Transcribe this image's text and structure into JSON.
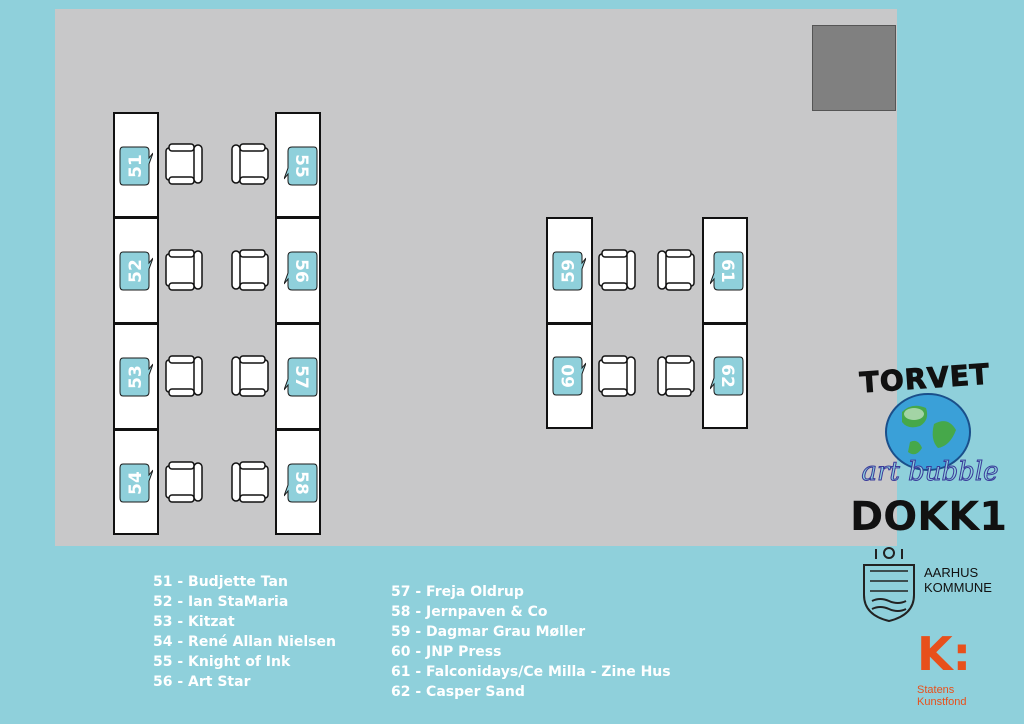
{
  "colors": {
    "background": "#8fd0db",
    "floor": "#c8c8c9",
    "bubble": "#8fd0db",
    "pillar": "#808080",
    "kunstfond": "#e8501b"
  },
  "stands": {
    "s51": "51",
    "s52": "52",
    "s53": "53",
    "s54": "54",
    "s55": "55",
    "s56": "56",
    "s57": "57",
    "s58": "58",
    "s59": "59",
    "s60": "60",
    "s61": "61",
    "s62": "62"
  },
  "legend": {
    "col1": [
      "51 - Budjette Tan",
      "52 - Ian StaMaria",
      "53 - Kitzat",
      "54 - René Allan Nielsen",
      "55 - Knight of Ink",
      "56 - Art Star"
    ],
    "col2": [
      "57 - Freja Oldrup",
      "58 - Jernpaven & Co",
      "59 - Dagmar Grau Møller",
      "60 - JNP Press",
      "61 - Falconidays/Ce Milla - Zine Hus",
      "62 - Casper Sand"
    ]
  },
  "logos": {
    "torvet": "TORVET",
    "art_bubble": "art bubble",
    "dokk1": "DOKK1",
    "aarhus_line1": "AARHUS",
    "aarhus_line2": "KOMMUNE",
    "kunstfond_mark": "K:",
    "statens_line1": "Statens",
    "statens_line2": "Kunstfond"
  }
}
